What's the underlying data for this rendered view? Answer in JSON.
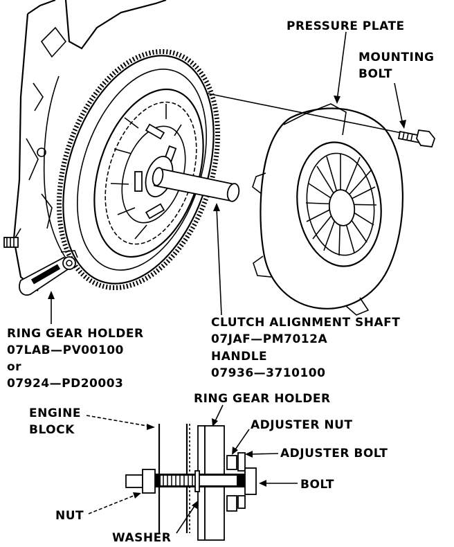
{
  "labels": {
    "pressure_plate": "PRESSURE PLATE",
    "mounting_bolt_1": "MOUNTING",
    "mounting_bolt_2": "BOLT",
    "ring_gear_holder": "RING GEAR HOLDER",
    "ring_gear_holder_pn1": "07LAB—PV00100",
    "ring_gear_holder_or": "or",
    "ring_gear_holder_pn2": "07924—PD20003",
    "clutch_shaft": "CLUTCH ALIGNMENT SHAFT",
    "clutch_shaft_pn": "07JAF—PM7012A",
    "handle": "HANDLE",
    "handle_pn": "07936—3710100",
    "detail_ring_gear_holder": "RING GEAR HOLDER",
    "engine_block_1": "ENGINE",
    "engine_block_2": "BLOCK",
    "adjuster_nut": "ADJUSTER NUT",
    "adjuster_bolt": "ADJUSTER BOLT",
    "bolt": "BOLT",
    "nut": "NUT",
    "washer": "WASHER"
  }
}
